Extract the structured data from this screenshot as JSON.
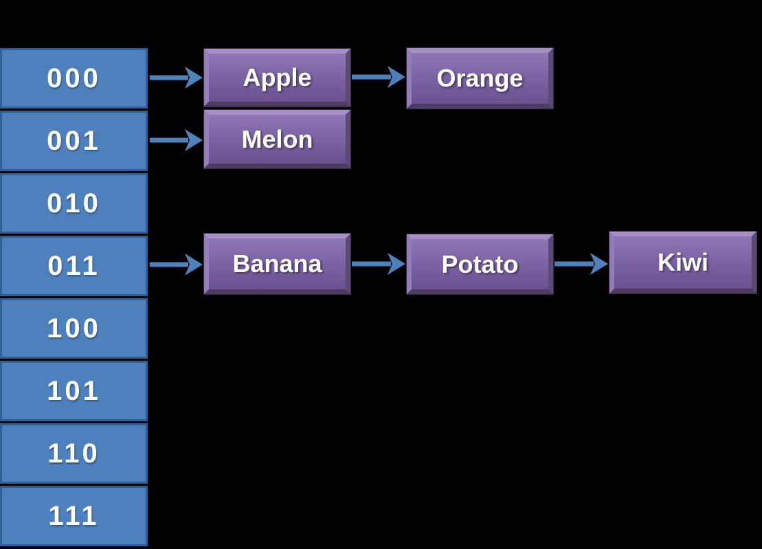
{
  "colors": {
    "background": "#000000",
    "bucket_fill": "#4d80bc",
    "bucket_border": "#2f5f97",
    "node_fill_light": "#8f77b5",
    "node_fill": "#7c63a4",
    "node_fill_dark": "#6a5190",
    "node_bevel_light": "#a58fc6",
    "node_bevel_mid": "#937cba",
    "node_bevel_dark": "#5d4a74",
    "node_bevel_darker": "#4e3c61",
    "node_outline": "#362a47",
    "arrow": "#4f81bd",
    "text": "#ffffff"
  },
  "buckets": [
    {
      "label": "000"
    },
    {
      "label": "001"
    },
    {
      "label": "010"
    },
    {
      "label": "011"
    },
    {
      "label": "100"
    },
    {
      "label": "101"
    },
    {
      "label": "110"
    },
    {
      "label": "111"
    }
  ],
  "chains": [
    {
      "bucket": "000",
      "nodes": [
        "Apple",
        "Orange"
      ]
    },
    {
      "bucket": "001",
      "nodes": [
        "Melon"
      ]
    },
    {
      "bucket": "011",
      "nodes": [
        "Banana",
        "Potato",
        "Kiwi"
      ]
    }
  ]
}
